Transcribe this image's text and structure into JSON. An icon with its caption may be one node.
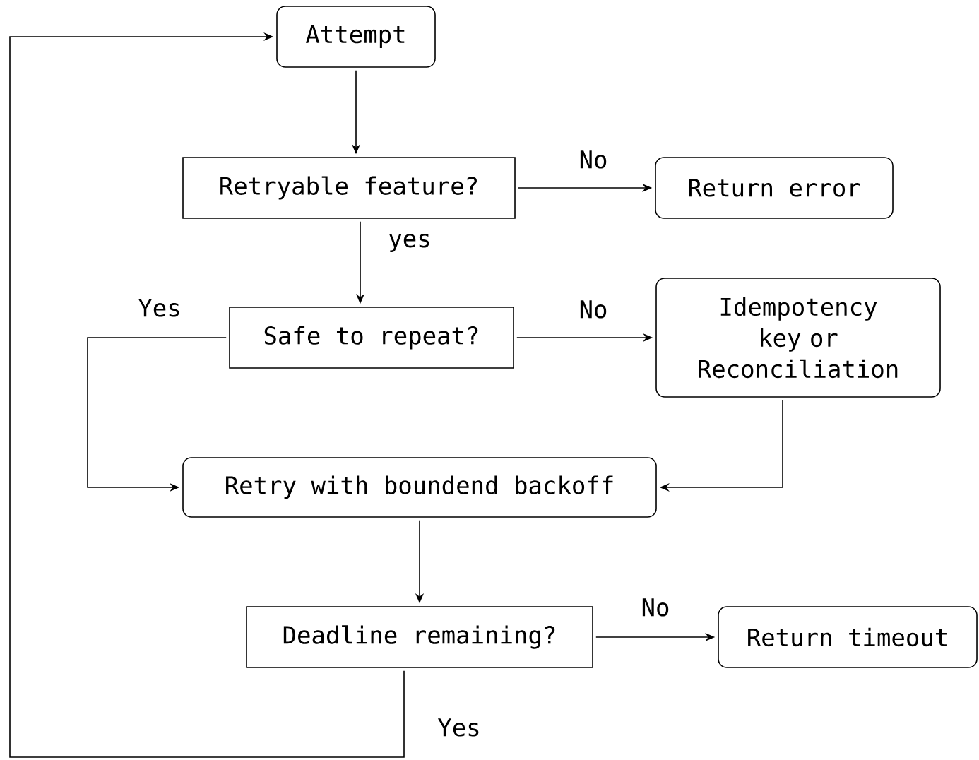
{
  "diagram": {
    "nodes": [
      {
        "text": [
          "Attempt"
        ]
      },
      {
        "text": [
          "Retryable feature?"
        ]
      },
      {
        "text": [
          "Return error"
        ]
      },
      {
        "text": [
          "Safe to repeat?"
        ]
      },
      {
        "text": [
          "Idempotency key or Reconciliation"
        ]
      },
      {
        "text": [
          "Retry with boundend backoff"
        ]
      },
      {
        "text": [
          "Deadline remaining?"
        ]
      },
      {
        "text": [
          "Return timeout"
        ]
      }
    ],
    "edges": [
      {
        "from": 0,
        "to": 1,
        "arrow": "to"
      },
      {
        "from": 1,
        "to": 2,
        "arrow": "to",
        "label": "No"
      },
      {
        "from": 1,
        "to": 3,
        "arrow": "to",
        "label": "yes"
      },
      {
        "from": 3,
        "to": 4,
        "arrow": "to",
        "label": "No"
      },
      {
        "from": 3,
        "to": 5,
        "arrow": "to",
        "label": "Yes"
      },
      {
        "from": 4,
        "to": 5,
        "arrow": "to"
      },
      {
        "from": 5,
        "to": 6,
        "arrow": "to"
      },
      {
        "from": 6,
        "to": 7,
        "arrow": "to",
        "label": "No"
      },
      {
        "from": 6,
        "to": 0,
        "arrow": "to",
        "label": "Yes"
      }
    ]
  }
}
